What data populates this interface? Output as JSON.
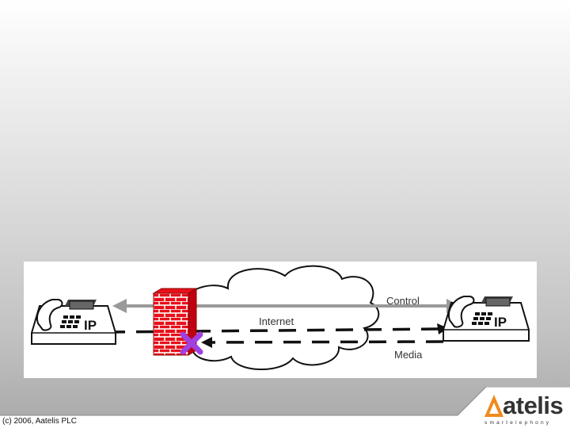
{
  "diagram": {
    "labels": {
      "control": "Control",
      "internet": "Internet",
      "media": "Media",
      "phone_left": "IP",
      "phone_right": "IP"
    }
  },
  "footer": {
    "copyright": "(c) 2006, Aatelis PLC",
    "logo_word": "atelis",
    "logo_tagline": "smartelephony"
  },
  "colors": {
    "firewall_red": "#e8101a",
    "blocked_x": "#a040e0",
    "logo_orange": "#f08a1c",
    "control_arrow": "#999999"
  }
}
